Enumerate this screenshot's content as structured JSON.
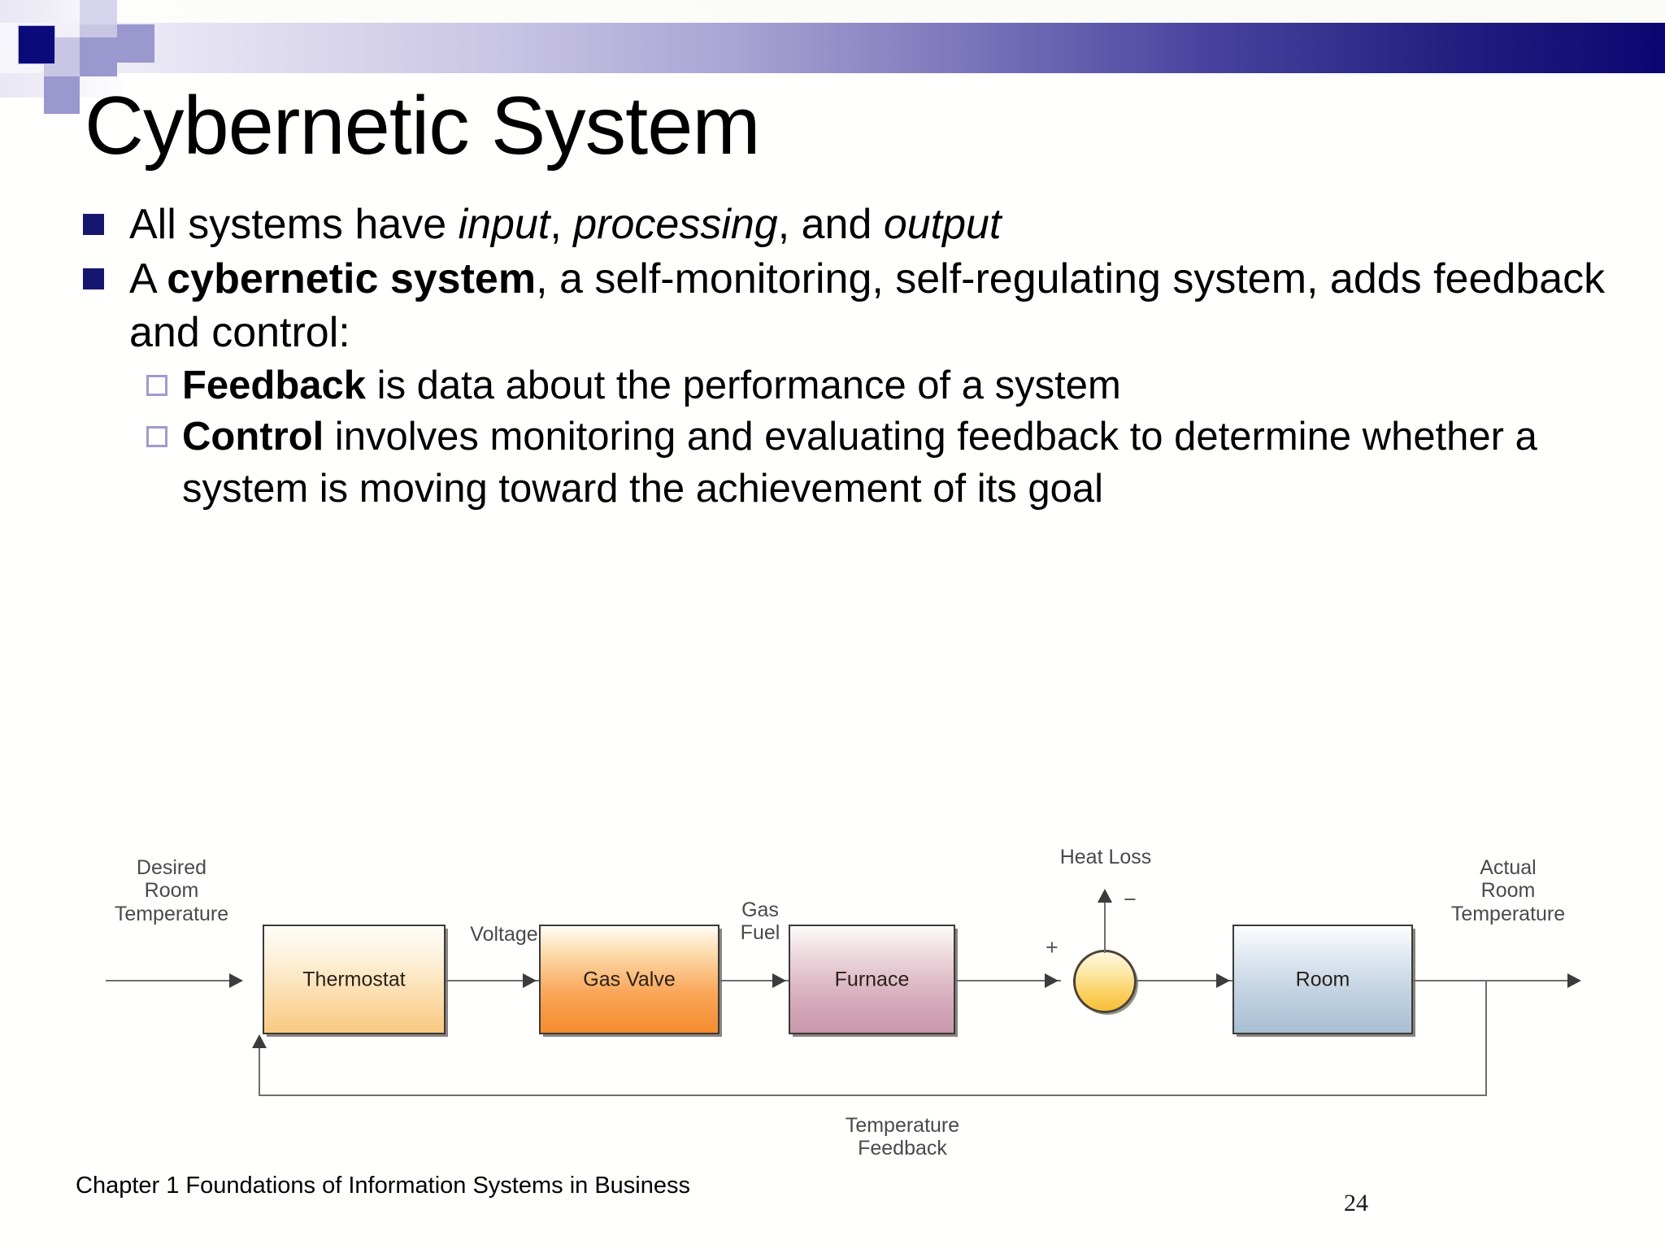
{
  "slide": {
    "title": "Cybernetic System",
    "footer": "Chapter 1 Foundations of Information Systems in Business",
    "page_number": "24",
    "accent_navy": "#16166e",
    "accent_lavender": "#9f9bd0"
  },
  "bullets": {
    "b1": {
      "pre": "All systems have ",
      "i1": "input",
      "mid1": ", ",
      "i2": "processing",
      "mid2": ", and ",
      "i3": "output"
    },
    "b2": {
      "pre": "A ",
      "bold": "cybernetic system",
      "post": ", a self-monitoring, self-regulating system, adds feedback and control:"
    },
    "s1": {
      "bold": "Feedback",
      "post": " is data about the performance of a system"
    },
    "s2": {
      "bold": "Control",
      "post": " involves monitoring and evaluating feedback to determine whether a system is moving toward the achievement of its goal"
    }
  },
  "diagram": {
    "blocks": {
      "thermostat": "Thermostat",
      "gas_valve": "Gas Valve",
      "furnace": "Furnace",
      "room": "Room"
    },
    "labels": {
      "desired": "Desired\nRoom\nTemperature",
      "desired_l1": "Desired",
      "desired_l2": "Room",
      "desired_l3": "Temperature",
      "voltage": "Voltage",
      "gas_fuel_l1": "Gas",
      "gas_fuel_l2": "Fuel",
      "heat_loss": "Heat Loss",
      "actual_l1": "Actual",
      "actual_l2": "Room",
      "actual_l3": "Temperature",
      "feedback_l1": "Temperature",
      "feedback_l2": "Feedback",
      "plus_sign": "+",
      "minus_sign": "−"
    },
    "colors": {
      "thermostat": "#fbd9a4",
      "gas_valve": "#f58c2c",
      "furnace": "#c897ab",
      "room": "#a9bfd4",
      "summing_node": "#fbcf5e",
      "line": "#6e6e6e"
    }
  }
}
